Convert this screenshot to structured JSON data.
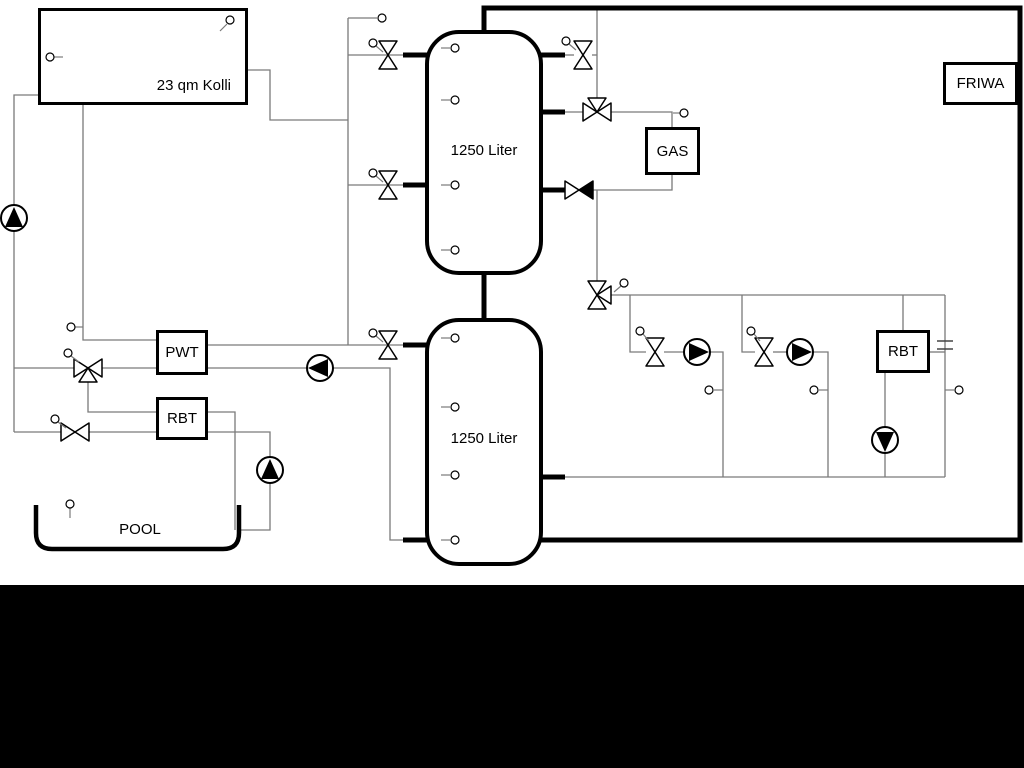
{
  "labels": {
    "collector": "23 qm Kolli",
    "tank1": "1250 Liter",
    "tank2": "1250 Liter",
    "pwt": "PWT",
    "rbt_left": "RBT",
    "rbt_right": "RBT",
    "gas": "GAS",
    "friwa": "FRIWA",
    "pool": "POOL"
  },
  "colors": {
    "pipe_thin": "#7a7a7a",
    "pipe_thick": "#000000",
    "box_border": "#000000",
    "background": "#ffffff",
    "bottom_band": "#000000"
  }
}
